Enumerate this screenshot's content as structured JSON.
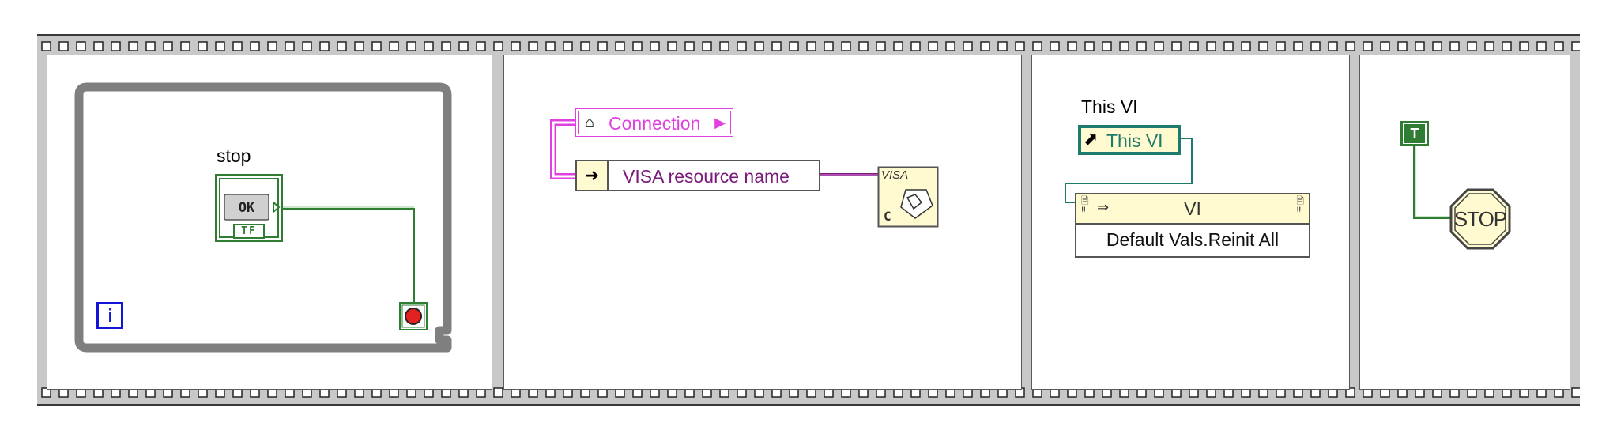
{
  "frame1": {
    "stop_label": "stop",
    "ok_button_text": "OK",
    "bool_terminal_text": "TF",
    "iteration_terminal_text": "i"
  },
  "frame2": {
    "connection_control_label": "Connection",
    "unbundle_element_label": "VISA resource name",
    "visa_icon_top": "VISA",
    "visa_icon_bottom": "C"
  },
  "frame3": {
    "this_vi_label": "This VI",
    "this_vi_ref_text": "This VI",
    "invoke_class_text": "VI",
    "invoke_method_text": "Default Vals.Reinit All"
  },
  "frame4": {
    "true_constant_text": "T",
    "stop_function_text": "STOP"
  },
  "colors": {
    "boolean_green": "#2e7d32",
    "cluster_pink": "#e040e0",
    "visa_purple": "#7a1a7a",
    "refnum_teal": "#1f7a6e",
    "while_loop_gray": "#808080",
    "iteration_blue": "#1414d8"
  }
}
